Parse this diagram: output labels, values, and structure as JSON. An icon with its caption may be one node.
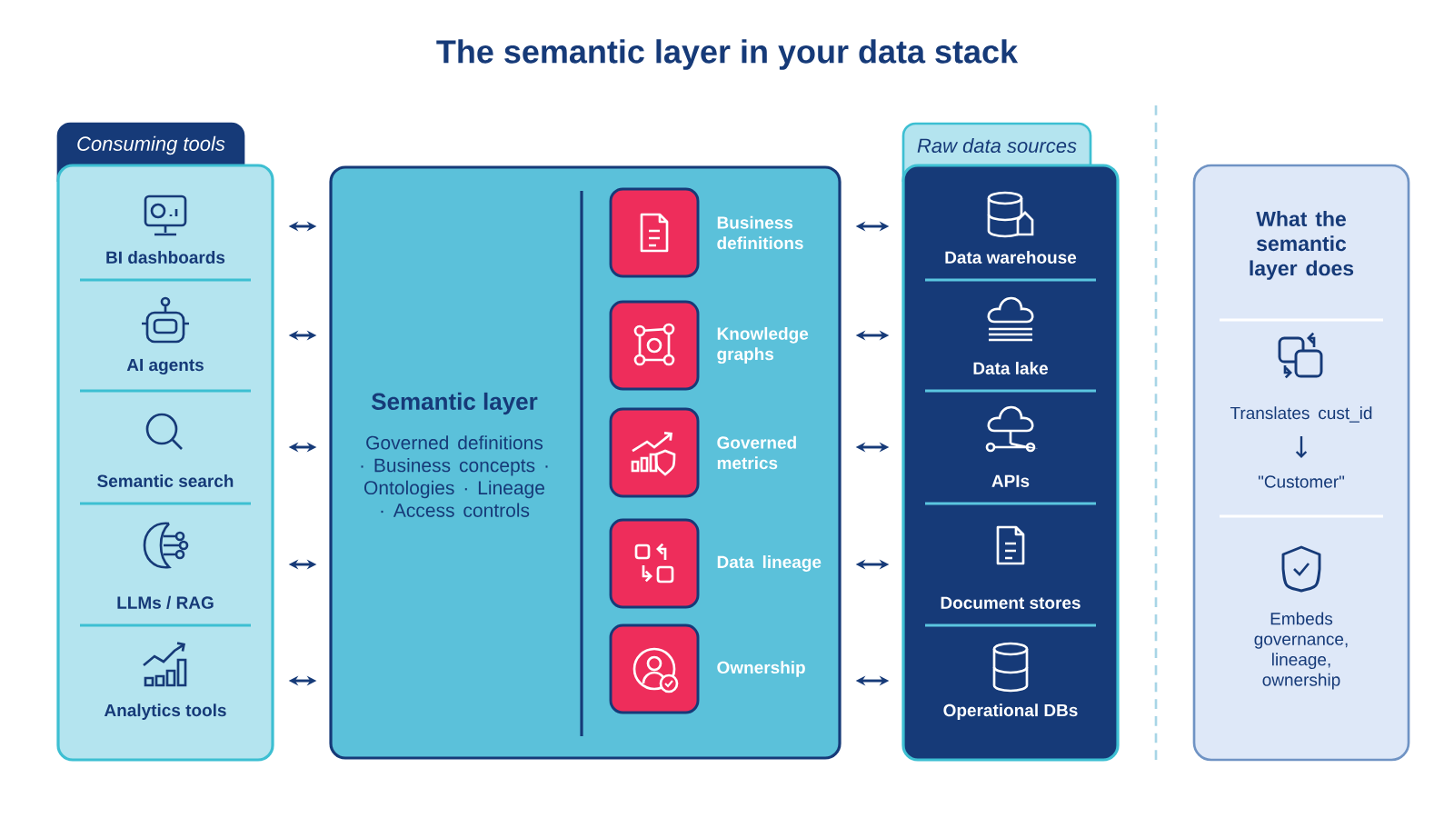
{
  "diagram": {
    "title": "The semantic layer in your data stack",
    "nodes": [
      {
        "text": [
          "Consuming tools"
        ]
      },
      {
        "text": [
          "BI dashboards"
        ],
        "in": 0
      },
      {
        "text": [
          "AI agents"
        ],
        "in": 0
      },
      {
        "text": [
          "Semantic search"
        ],
        "in": 0
      },
      {
        "text": [
          "LLMs / RAG"
        ],
        "in": 0
      },
      {
        "text": [
          "Analytics tools"
        ],
        "in": 0
      },
      {
        "text": [
          "Semantic layer",
          "Governed definitions · Business concepts · Ontologies · Lineage · Access controls"
        ]
      },
      {
        "text": [],
        "shape": "box",
        "beside": [
          "Business definitions"
        ],
        "in": 6
      },
      {
        "text": [],
        "shape": "box",
        "beside": [
          "Knowledge graphs"
        ],
        "in": 6
      },
      {
        "text": [],
        "shape": "box",
        "beside": [
          "Governed metrics"
        ],
        "in": 6
      },
      {
        "text": [],
        "shape": "box",
        "beside": [
          "Data lineage"
        ],
        "in": 6
      },
      {
        "text": [],
        "shape": "box",
        "beside": [
          "Ownership"
        ],
        "in": 6
      },
      {
        "text": [
          "Raw data sources"
        ]
      },
      {
        "text": [
          "Data warehouse"
        ],
        "in": 12
      },
      {
        "text": [
          "Data lake"
        ],
        "in": 12
      },
      {
        "text": [
          "APIs"
        ],
        "in": 12
      },
      {
        "text": [
          "Document stores"
        ],
        "in": 12
      },
      {
        "text": [
          "Operational DBs"
        ],
        "in": 12
      },
      {
        "text": [
          "What the semantic layer does",
          "Translates cust_id",
          "\"Customer\"",
          "Embeds governance, lineage, ownership"
        ]
      }
    ],
    "edges": [
      {
        "from": 0,
        "to": 6,
        "arrow": "both"
      },
      {
        "from": 0,
        "to": 6,
        "arrow": "both"
      },
      {
        "from": 0,
        "to": 6,
        "arrow": "both"
      },
      {
        "from": 0,
        "to": 6,
        "arrow": "both"
      },
      {
        "from": 0,
        "to": 6,
        "arrow": "both"
      },
      {
        "from": 6,
        "to": 12,
        "arrow": "both"
      },
      {
        "from": 6,
        "to": 12,
        "arrow": "both"
      },
      {
        "from": 6,
        "to": 12,
        "arrow": "both"
      },
      {
        "from": 6,
        "to": 12,
        "arrow": "both"
      },
      {
        "from": 6,
        "to": 12,
        "arrow": "both"
      }
    ]
  }
}
